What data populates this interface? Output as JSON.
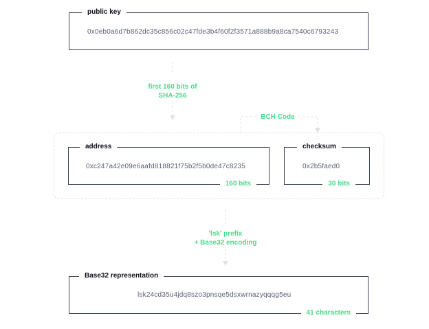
{
  "public_key": {
    "title": "public key",
    "value": "0x0eb0a6d7b862dc35c856c02c47fde3b4f60f2f3571a888b9a8ca7540c6793243"
  },
  "hash_step": {
    "line1": "first 160 bits of",
    "line2": "SHA-256"
  },
  "bch_step": {
    "label": "BCH Code"
  },
  "address": {
    "title": "address",
    "value": "0xc247a42e09e6aafd818821f75b2f5b0de47c8235",
    "note": "160 bits"
  },
  "checksum": {
    "title": "checksum",
    "value": "0x2b5faed0",
    "note": "30 bits"
  },
  "encoding_step": {
    "line1": "'lsk' prefix",
    "line2": "+ Base32 encoding"
  },
  "base32": {
    "title": "Base32 representation",
    "value": "lsk24cd35u4jdq8szo3pnsqe5dsxwrnazyqqqg5eu",
    "note": "41 characters"
  },
  "colors": {
    "border": "#3a3f58",
    "accent": "#4cd98a",
    "dashed": "#dfe1e6"
  }
}
